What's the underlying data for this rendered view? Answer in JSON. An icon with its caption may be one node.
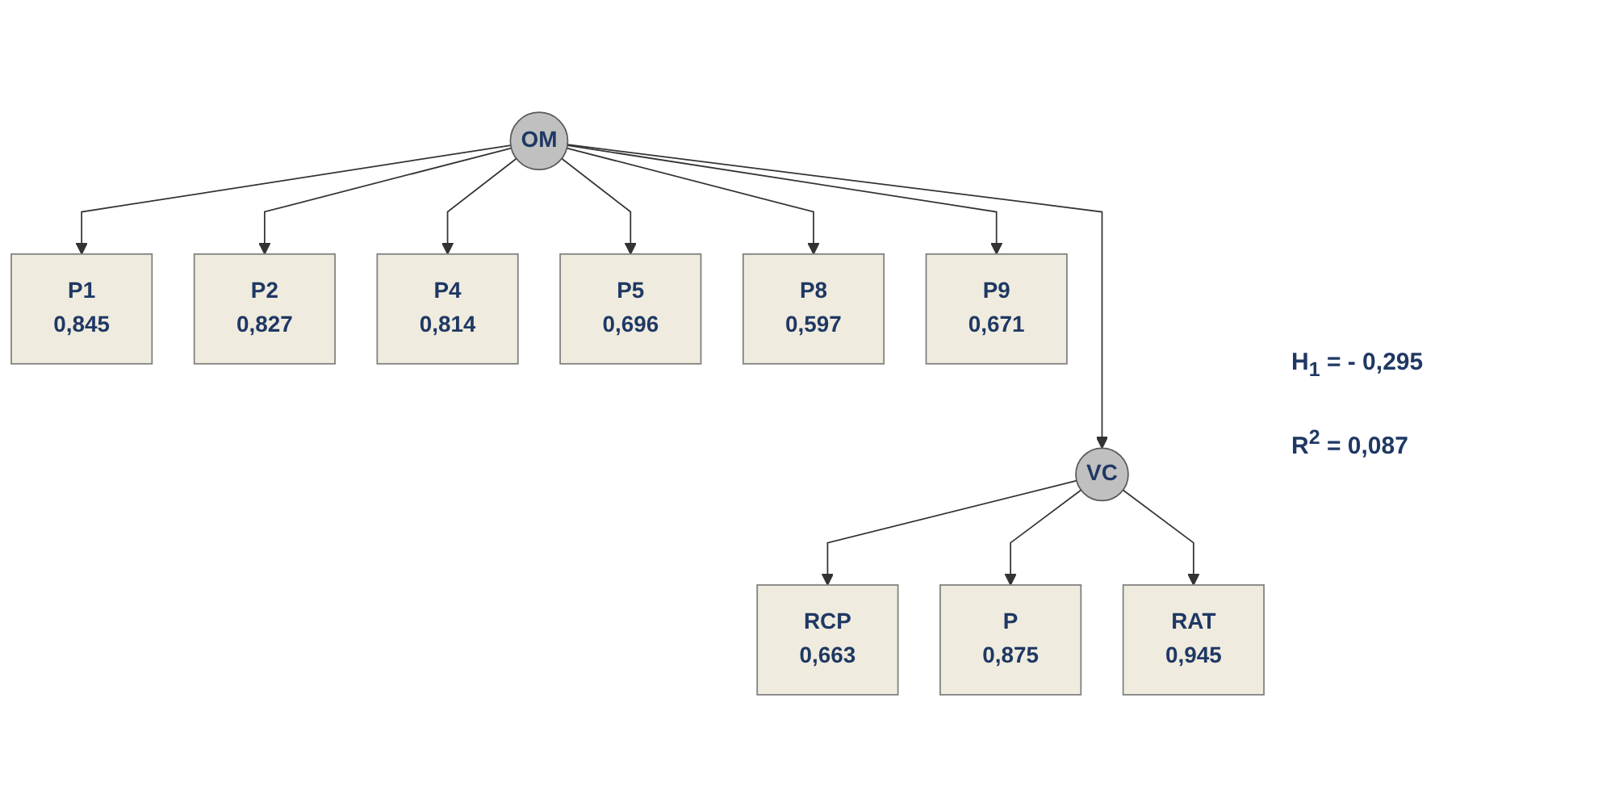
{
  "diagram": {
    "nodes": [
      {
        "text": [
          "P1",
          "0,845"
        ]
      },
      {
        "text": [
          "P2",
          "0,827"
        ]
      },
      {
        "text": [
          "P4",
          "0,814"
        ]
      },
      {
        "text": [
          "P5",
          "0,696"
        ]
      },
      {
        "text": [
          "P8",
          "0,597"
        ]
      },
      {
        "text": [
          "P9",
          "0,671"
        ]
      },
      {
        "text": [
          "OM"
        ]
      },
      {
        "text": [
          "VC"
        ]
      },
      {
        "text": [
          "RCP",
          "0,663"
        ]
      },
      {
        "text": [
          "P",
          "0,875"
        ]
      },
      {
        "text": [
          "RAT",
          "0,945"
        ]
      }
    ],
    "edges": [
      {
        "from": 6,
        "to": 0,
        "arrow": "to"
      },
      {
        "from": 6,
        "to": 1,
        "arrow": "to"
      },
      {
        "from": 6,
        "to": 2,
        "arrow": "to"
      },
      {
        "from": 6,
        "to": 3,
        "arrow": "to"
      },
      {
        "from": 6,
        "to": 4,
        "arrow": "to"
      },
      {
        "from": 6,
        "to": 5,
        "arrow": "to"
      },
      {
        "from": 6,
        "to": 7,
        "arrow": "to"
      },
      {
        "from": 7,
        "to": 8,
        "arrow": "to"
      },
      {
        "from": 7,
        "to": 9,
        "arrow": "to"
      },
      {
        "from": 7,
        "to": 10,
        "arrow": "to"
      }
    ],
    "labels": [
      "H$_{1}$ = - 0,295",
      "R$^{2}$ = 0,087"
    ]
  }
}
